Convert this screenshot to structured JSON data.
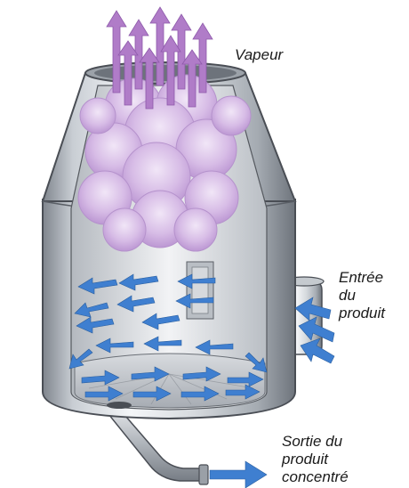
{
  "labels": {
    "vapeur": "Vapeur",
    "entree": [
      "Entrée",
      "du",
      "produit"
    ],
    "sortie": [
      "Sortie du",
      "produit",
      "concentré"
    ]
  },
  "colors": {
    "steam": "#c8a8dc",
    "steam_arrow": "#b07cc8",
    "flow_arrow": "#3f7fd0",
    "metal_light": "#eef0f3",
    "metal_dark": "#8a9098",
    "outline": "#4a4e55"
  }
}
